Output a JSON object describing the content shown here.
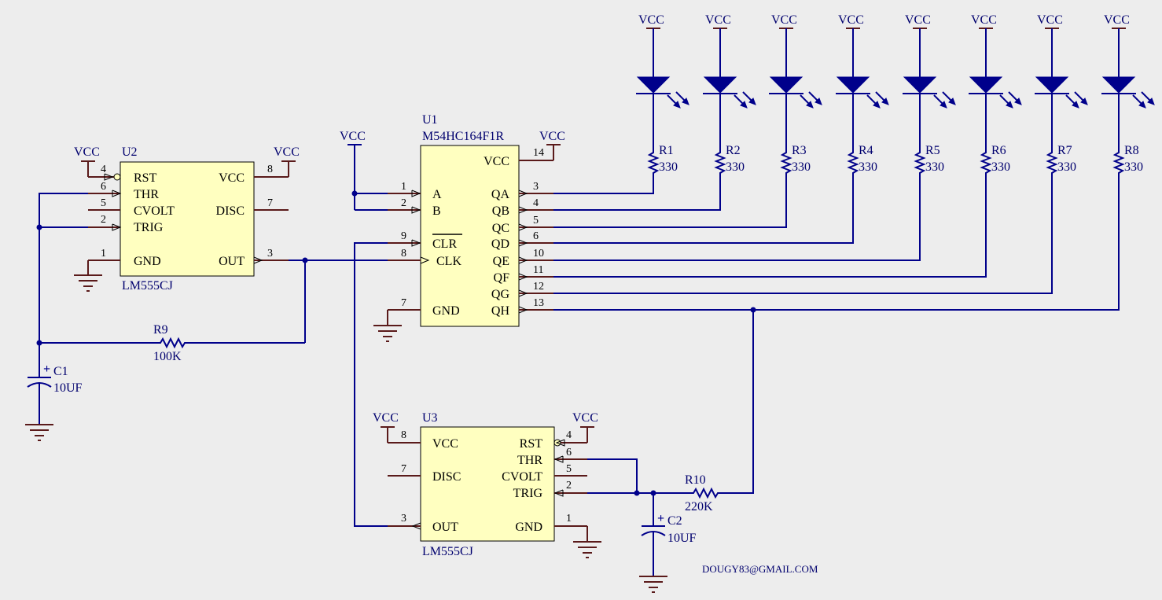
{
  "net_labels": {
    "vcc": "VCC"
  },
  "u1": {
    "designator": "U1",
    "part": "M54HC164F1R",
    "pins": {
      "a": {
        "name": "A",
        "num": "1"
      },
      "b": {
        "name": "B",
        "num": "2"
      },
      "clr": {
        "name": "CLR",
        "num": "9"
      },
      "clk": {
        "name": "CLK",
        "num": "8"
      },
      "gnd": {
        "name": "GND",
        "num": "7"
      },
      "vcc": {
        "name": "VCC",
        "num": "14"
      },
      "qa": {
        "name": "QA",
        "num": "3"
      },
      "qb": {
        "name": "QB",
        "num": "4"
      },
      "qc": {
        "name": "QC",
        "num": "5"
      },
      "qd": {
        "name": "QD",
        "num": "6"
      },
      "qe": {
        "name": "QE",
        "num": "10"
      },
      "qf": {
        "name": "QF",
        "num": "11"
      },
      "qg": {
        "name": "QG",
        "num": "12"
      },
      "qh": {
        "name": "QH",
        "num": "13"
      }
    }
  },
  "u2": {
    "designator": "U2",
    "part": "LM555CJ",
    "pins": {
      "rst": {
        "name": "RST",
        "num": "4"
      },
      "thr": {
        "name": "THR",
        "num": "6"
      },
      "cvolt": {
        "name": "CVOLT",
        "num": "5"
      },
      "trig": {
        "name": "TRIG",
        "num": "2"
      },
      "gnd": {
        "name": "GND",
        "num": "1"
      },
      "vcc": {
        "name": "VCC",
        "num": "8"
      },
      "disc": {
        "name": "DISC",
        "num": "7"
      },
      "out": {
        "name": "OUT",
        "num": "3"
      }
    }
  },
  "u3": {
    "designator": "U3",
    "part": "LM555CJ",
    "pins": {
      "vcc": {
        "name": "VCC",
        "num": "8"
      },
      "disc": {
        "name": "DISC",
        "num": "7"
      },
      "out": {
        "name": "OUT",
        "num": "3"
      },
      "rst": {
        "name": "RST",
        "num": "4"
      },
      "thr": {
        "name": "THR",
        "num": "6"
      },
      "cvolt": {
        "name": "CVOLT",
        "num": "5"
      },
      "trig": {
        "name": "TRIG",
        "num": "2"
      },
      "gnd": {
        "name": "GND",
        "num": "1"
      }
    }
  },
  "resistors": {
    "r1": {
      "ref": "R1",
      "value": "330"
    },
    "r2": {
      "ref": "R2",
      "value": "330"
    },
    "r3": {
      "ref": "R3",
      "value": "330"
    },
    "r4": {
      "ref": "R4",
      "value": "330"
    },
    "r5": {
      "ref": "R5",
      "value": "330"
    },
    "r6": {
      "ref": "R6",
      "value": "330"
    },
    "r7": {
      "ref": "R7",
      "value": "330"
    },
    "r8": {
      "ref": "R8",
      "value": "330"
    },
    "r9": {
      "ref": "R9",
      "value": "100K"
    },
    "r10": {
      "ref": "R10",
      "value": "220K"
    }
  },
  "capacitors": {
    "c1": {
      "ref": "C1",
      "value": "10UF"
    },
    "c2": {
      "ref": "C2",
      "value": "10UF"
    }
  },
  "footer": {
    "email": "DOUGY83@GMAIL.COM"
  },
  "colors": {
    "background": "#ededed",
    "wire": "#00008b",
    "ic_fill": "#ffffc0",
    "pin": "#5a1a1a",
    "label": "#00006e"
  }
}
